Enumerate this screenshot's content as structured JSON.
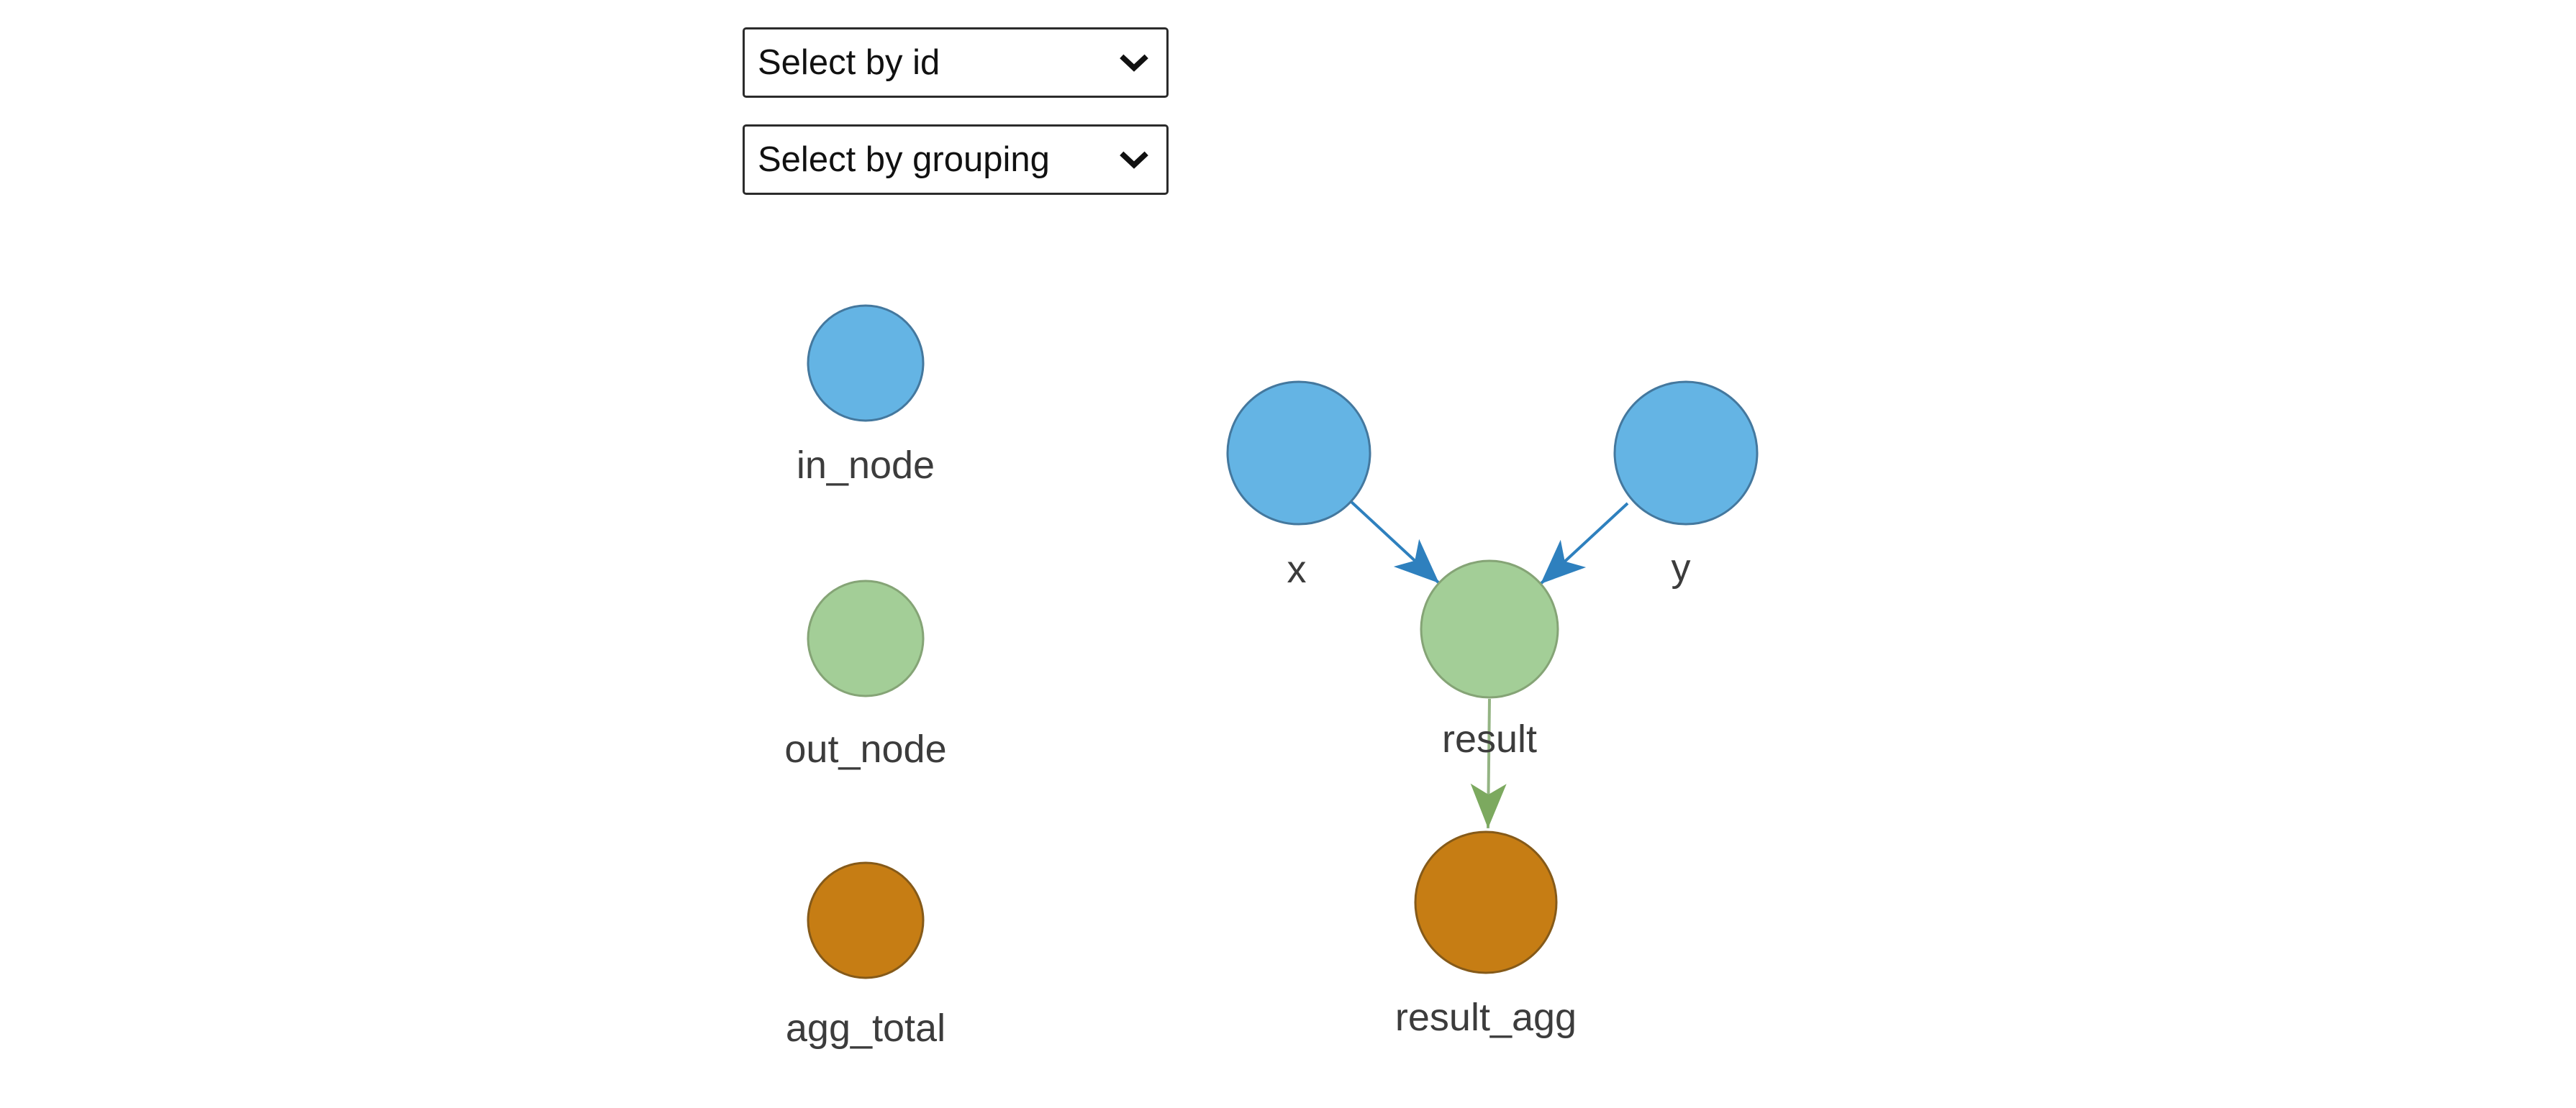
{
  "page": {
    "background": "#ffffff"
  },
  "controls": {
    "select_by_id": {
      "selected_option": "Select by id"
    },
    "select_by_grouping": {
      "selected_option": "Select by grouping"
    }
  },
  "legend": {
    "items": [
      {
        "label": "in_node",
        "fill": "#64B4E4",
        "border": "#44789E"
      },
      {
        "label": "out_node",
        "fill": "#A3CE97",
        "border": "#85A476"
      },
      {
        "label": "agg_total",
        "fill": "#C67D14",
        "border": "#855A19"
      }
    ]
  },
  "graph": {
    "label_color": "#3C3C3C",
    "nodes": [
      {
        "id": "x",
        "label": "x",
        "group": "in_node",
        "fill": "#64B4E4",
        "border": "#44789E"
      },
      {
        "id": "y",
        "label": "y",
        "group": "in_node",
        "fill": "#64B4E4",
        "border": "#44789E"
      },
      {
        "id": "result",
        "label": "result",
        "group": "out_node",
        "fill": "#A3CE97",
        "border": "#85A476"
      },
      {
        "id": "result_agg",
        "label": "result_agg",
        "group": "agg_total",
        "fill": "#C67D14",
        "border": "#855A19"
      }
    ],
    "edges": [
      {
        "from": "x",
        "to": "result",
        "line": "#2E80BE",
        "arrow": "#2E80BE"
      },
      {
        "from": "y",
        "to": "result",
        "line": "#2E80BE",
        "arrow": "#2E80BE"
      },
      {
        "from": "result",
        "to": "result_agg",
        "line": "#94B483",
        "arrow": "#7CA95F"
      }
    ]
  }
}
